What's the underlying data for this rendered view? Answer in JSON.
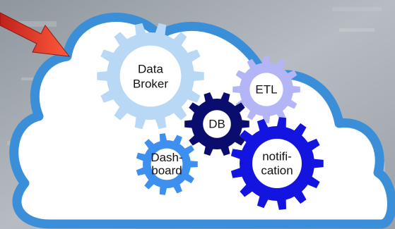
{
  "diagram": {
    "gears": [
      {
        "id": "data-broker",
        "lines": [
          "Data",
          "Broker"
        ],
        "color": "#b8d8f6"
      },
      {
        "id": "etl",
        "lines": [
          "ETL"
        ],
        "color": "#b3b5f7"
      },
      {
        "id": "db",
        "lines": [
          "DB"
        ],
        "color": "#0a0d6e"
      },
      {
        "id": "dashboard",
        "lines": [
          "Dash-",
          "board"
        ],
        "color": "#3d8ff0"
      },
      {
        "id": "notification",
        "lines": [
          "notifi-",
          "cation"
        ],
        "color": "#1414e0"
      }
    ],
    "colors": {
      "cloud_outline": "#3b8fd9",
      "cloud_fill": "#ffffff",
      "arrow": "#e23a2a",
      "background": "#9aa1a8"
    }
  }
}
